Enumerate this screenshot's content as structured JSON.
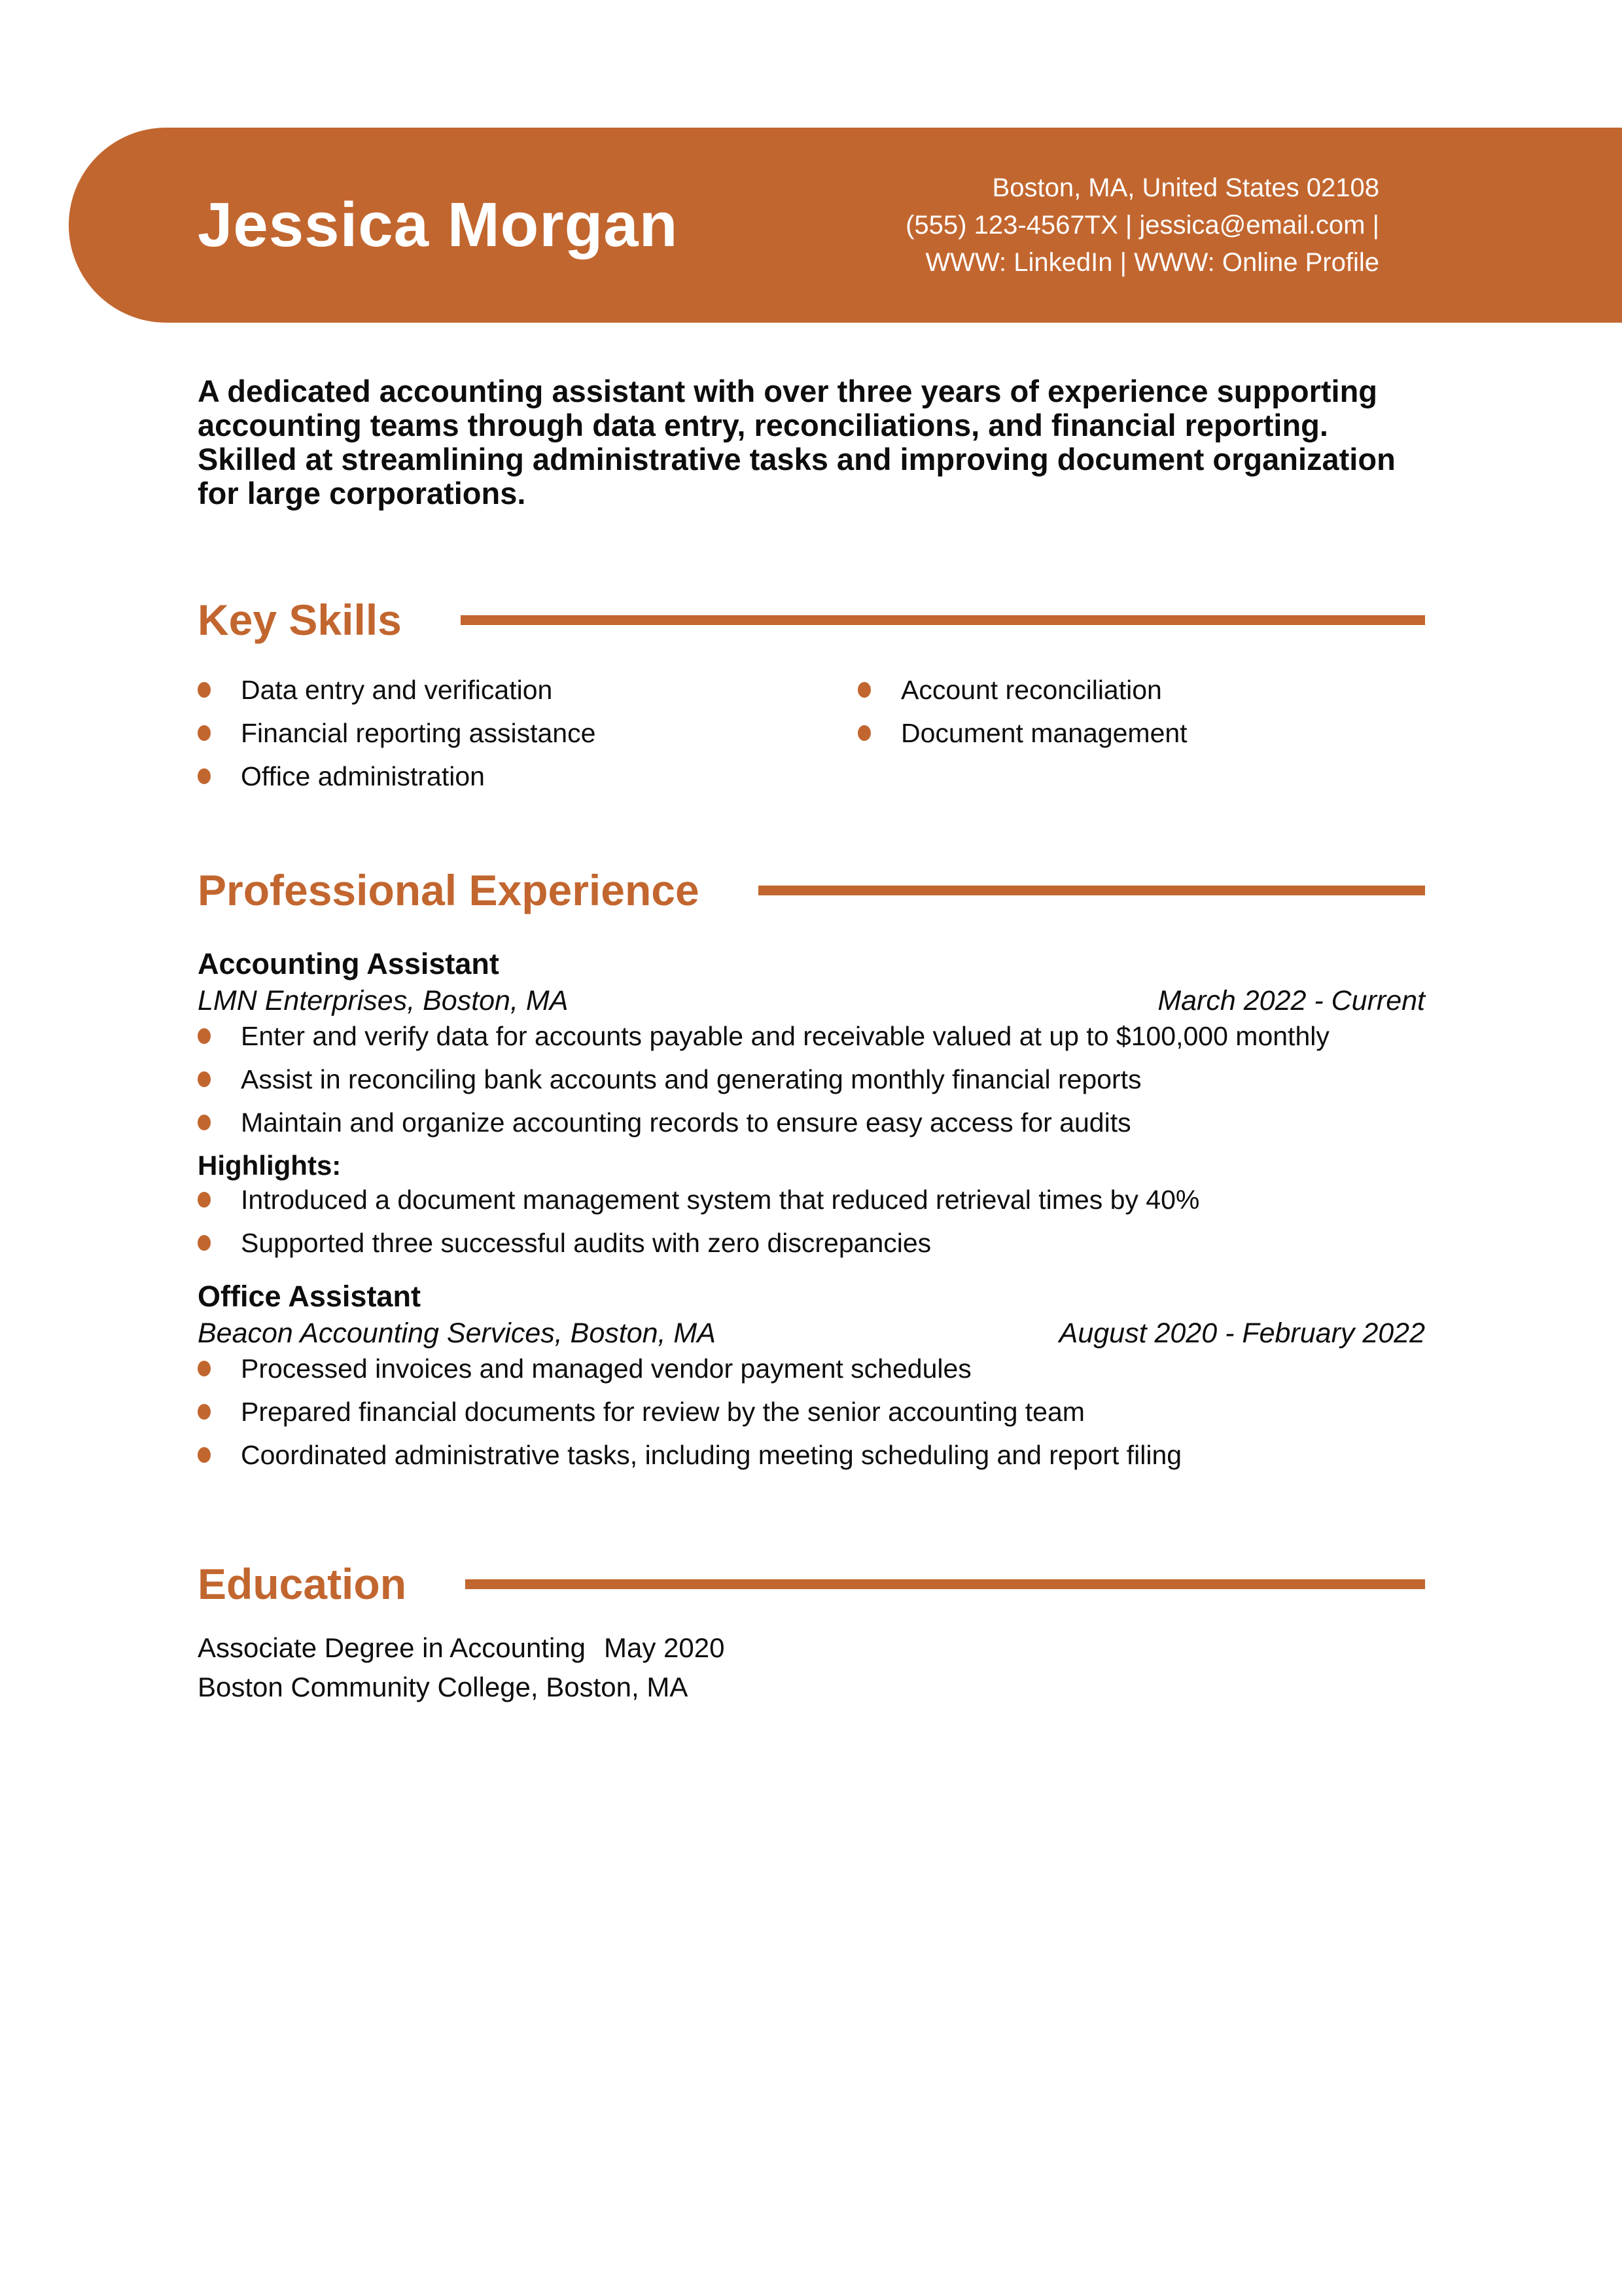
{
  "meta": {
    "accent_color": "#c2662f",
    "page_background": "#ffffff",
    "text_color": "#0d0d0d"
  },
  "header": {
    "name": "Jessica Morgan",
    "contact": {
      "location": "Boston, MA, United States 02108",
      "phone_email": "(555) 123-4567TX | jessica@email.com |",
      "links": "WWW: LinkedIn | WWW: Online Profile"
    }
  },
  "summary": "A dedicated accounting assistant with over three years of experience supporting accounting teams through data entry, reconciliations, and financial reporting. Skilled at streamlining administrative tasks and improving document organization for large corporations.",
  "key_skills": {
    "title": "Key Skills",
    "column1": [
      "Data entry and verification",
      "Financial reporting assistance",
      "Office administration"
    ],
    "column2": [
      "Account reconciliation",
      "Document management"
    ]
  },
  "experience": {
    "title": "Professional Experience",
    "jobs": [
      {
        "role": "Accounting Assistant",
        "company": "LMN Enterprises, Boston, MA",
        "dates": "March 2022 - Current",
        "bullets": [
          "Enter and verify data for accounts payable and receivable valued at up to $100,000 monthly",
          "Assist in reconciling bank accounts and generating monthly financial reports",
          "Maintain and organize accounting records to ensure easy access for audits"
        ],
        "highlights_label": "Highlights:",
        "highlights": [
          "Introduced a document management system that reduced retrieval times by 40%",
          "Supported three successful audits with zero discrepancies"
        ]
      },
      {
        "role": "Office Assistant",
        "company": "Beacon Accounting Services, Boston, MA",
        "dates": "August 2020 - February 2022",
        "bullets": [
          "Processed invoices and managed vendor payment schedules",
          "Prepared financial documents for review by the senior accounting team",
          "Coordinated administrative tasks, including meeting scheduling and report filing"
        ]
      }
    ]
  },
  "education": {
    "title": "Education",
    "degree": "Associate Degree in Accounting",
    "date": "May 2020",
    "school": "Boston Community College, Boston, MA"
  }
}
